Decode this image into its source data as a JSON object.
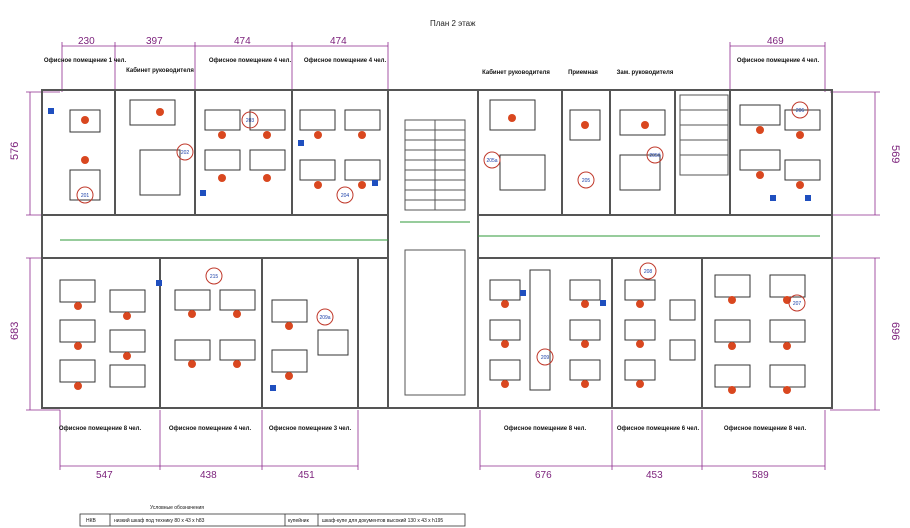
{
  "title": "План 2 этаж",
  "dims_top": [
    {
      "id": "t1",
      "text": "230"
    },
    {
      "id": "t2",
      "text": "397"
    },
    {
      "id": "t3",
      "text": "474"
    },
    {
      "id": "t4",
      "text": "474"
    },
    {
      "id": "t5",
      "text": "469"
    }
  ],
  "dims_bottom": [
    {
      "id": "b1",
      "text": "547"
    },
    {
      "id": "b2",
      "text": "438"
    },
    {
      "id": "b3",
      "text": "451"
    },
    {
      "id": "b4",
      "text": "676"
    },
    {
      "id": "b5",
      "text": "453"
    },
    {
      "id": "b6",
      "text": "589"
    }
  ],
  "dims_side": [
    {
      "id": "s1",
      "text": "576"
    },
    {
      "id": "s2",
      "text": "683"
    },
    {
      "id": "s3",
      "text": "569"
    },
    {
      "id": "s4",
      "text": "696"
    }
  ],
  "room_labels_top": [
    {
      "id": "r1",
      "text": "Офисное помещение 1 чел."
    },
    {
      "id": "r2",
      "text": "Кабинет руководителя"
    },
    {
      "id": "r3",
      "text": "Офисное помещение 4 чел."
    },
    {
      "id": "r4",
      "text": "Офисное помещение 4 чел."
    },
    {
      "id": "r5",
      "text": "Кабинет руководителя"
    },
    {
      "id": "r6",
      "text": "Приемная"
    },
    {
      "id": "r7",
      "text": "Зам. руководителя"
    },
    {
      "id": "r8",
      "text": "Офисное помещение 4 чел."
    }
  ],
  "room_labels_bottom": [
    {
      "id": "q1",
      "text": "Офисное помещение 8 чел."
    },
    {
      "id": "q2",
      "text": "Офисное помещение 4 чел."
    },
    {
      "id": "q3",
      "text": "Офисное помещение 3 чел."
    },
    {
      "id": "q4",
      "text": "Офисное помещение 8 чел."
    },
    {
      "id": "q5",
      "text": "Офисное помещение 6 чел."
    },
    {
      "id": "q6",
      "text": "Офисное помещение 8 чел."
    }
  ],
  "room_numbers": [
    {
      "id": "n1",
      "text": "201"
    },
    {
      "id": "n2",
      "text": "202"
    },
    {
      "id": "n3",
      "text": "203"
    },
    {
      "id": "n4",
      "text": "204"
    },
    {
      "id": "n5",
      "text": "205а"
    },
    {
      "id": "n6",
      "text": "205"
    },
    {
      "id": "n7",
      "text": "205б"
    },
    {
      "id": "n8",
      "text": "206"
    },
    {
      "id": "n9",
      "text": "215"
    },
    {
      "id": "n10",
      "text": "209а"
    },
    {
      "id": "n11",
      "text": "209"
    },
    {
      "id": "n12",
      "text": "208"
    },
    {
      "id": "n13",
      "text": "207"
    }
  ],
  "legend": {
    "heading": "Условные обозначения",
    "row1_code": "НКВ",
    "row1_text": "низкий шкаф под технику 80 х 43 х h83",
    "row1_code2": "купейник",
    "row1_text2": "шкаф-купе для документов высокий 130 х 43 х h195"
  },
  "colors": {
    "wall": "#555555",
    "dimension": "#8e2a8e",
    "chair": "#d9471f",
    "equipment": "#1f4fbf",
    "corridor_line": "#2f9a3a"
  }
}
